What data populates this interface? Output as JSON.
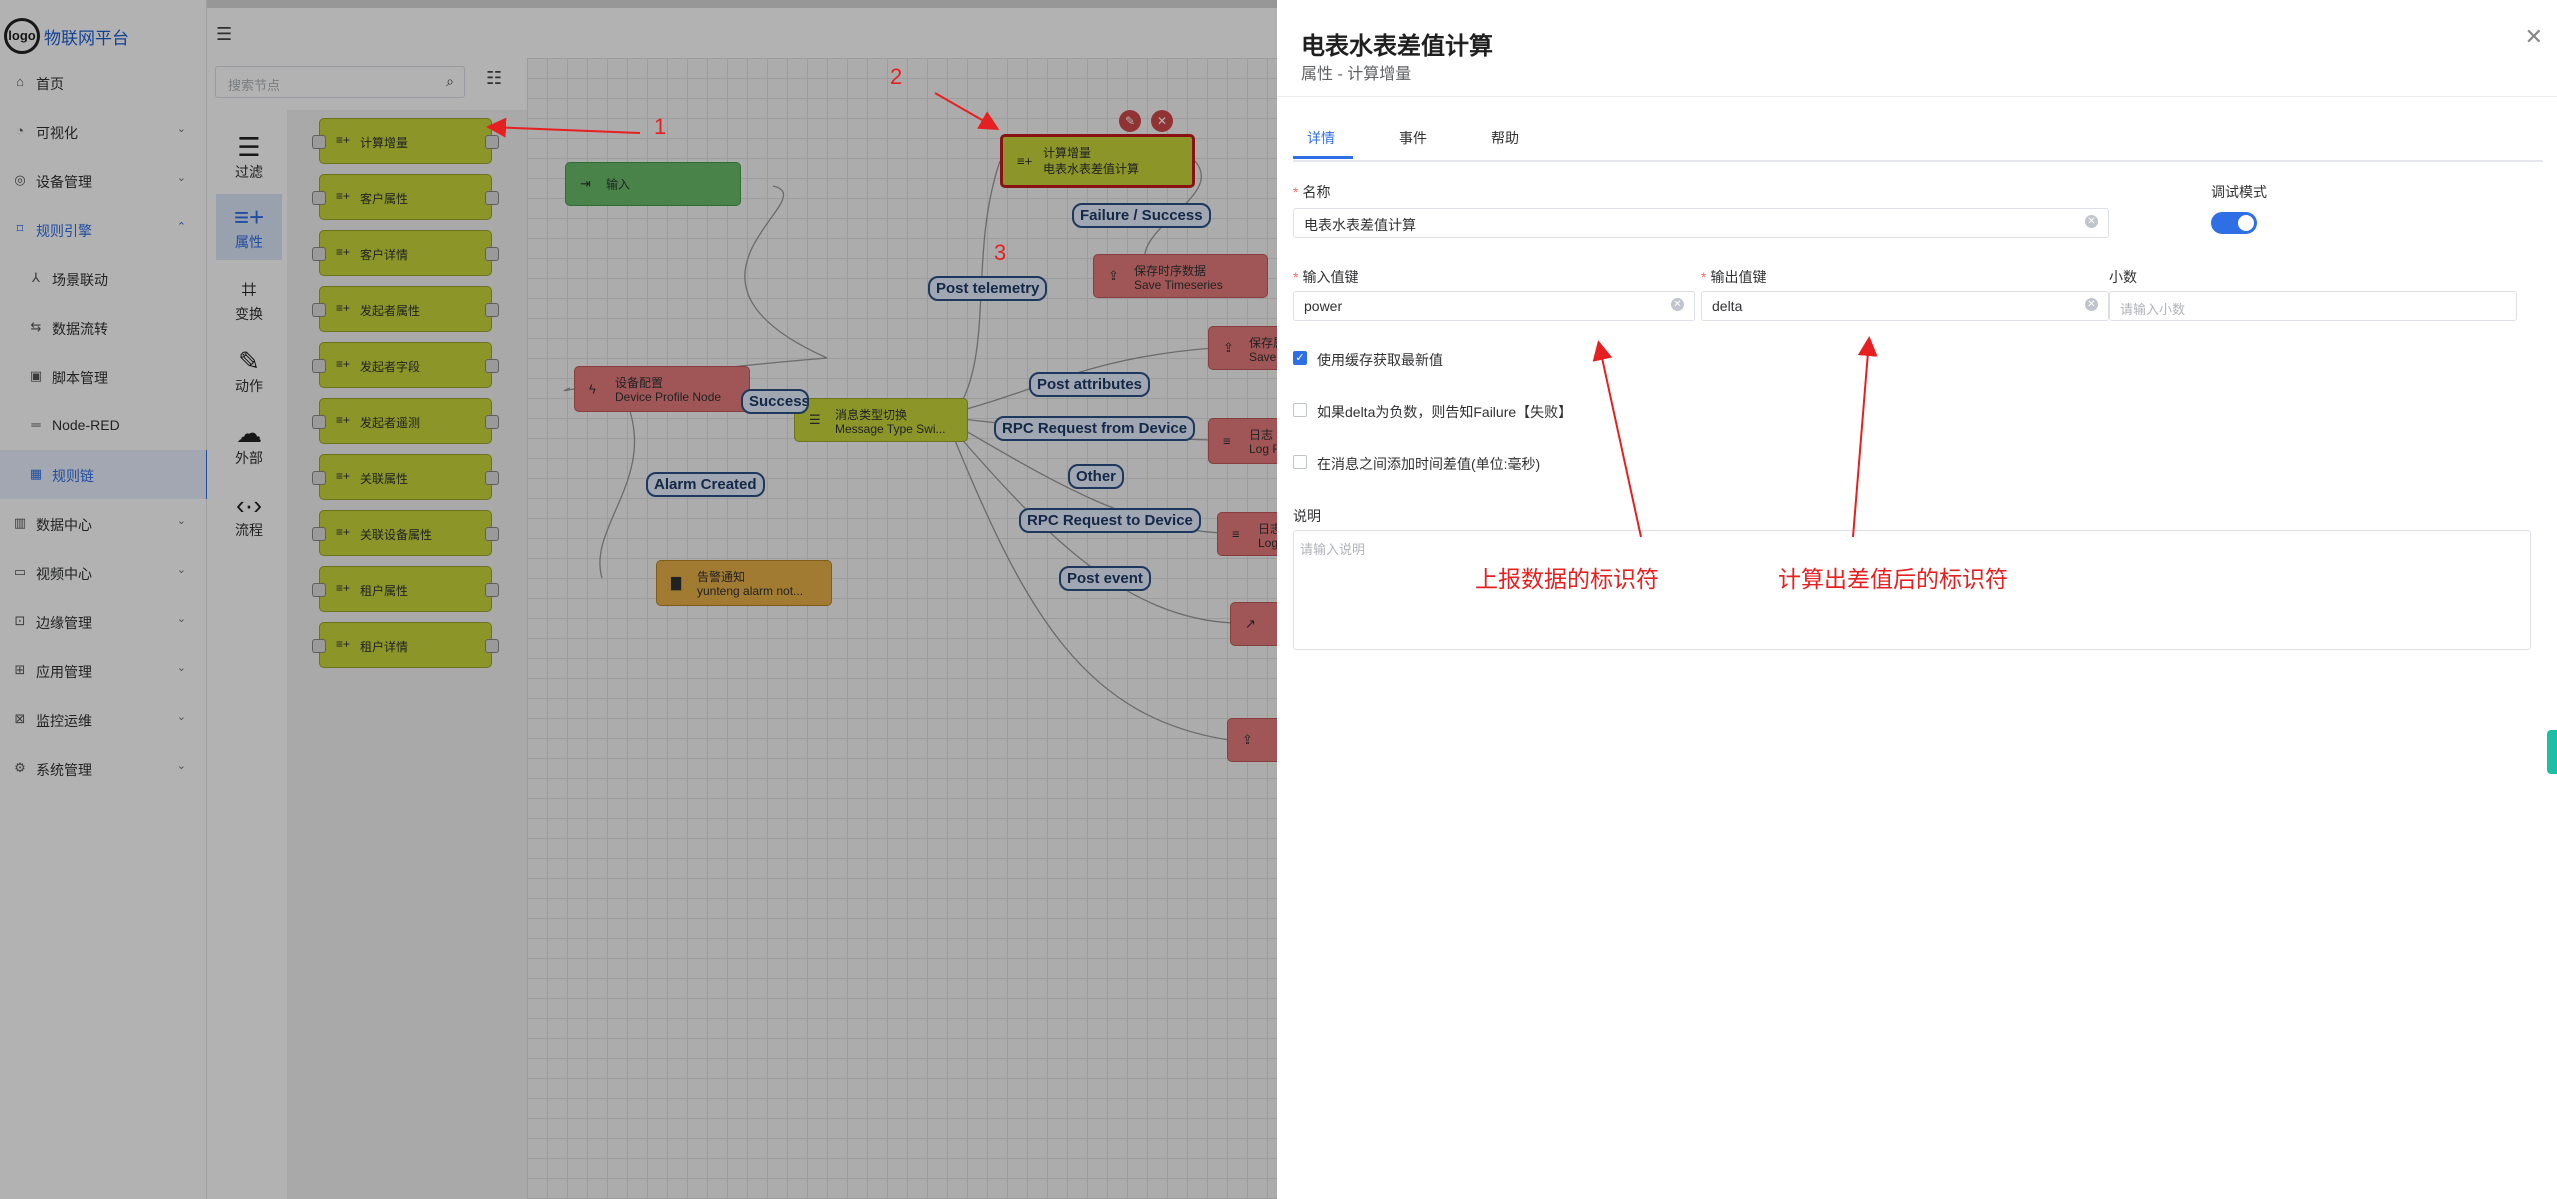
{
  "app": {
    "logo_text": "logo",
    "title": "物联网平台"
  },
  "sidebar": {
    "items": [
      {
        "icon": "home-icon",
        "glyph": "⌂",
        "label": "首页",
        "chevron": ""
      },
      {
        "icon": "visual-icon",
        "glyph": "◔",
        "label": "可视化",
        "chevron": "⌄"
      },
      {
        "icon": "device-icon",
        "glyph": "◎",
        "label": "设备管理",
        "chevron": "⌄"
      },
      {
        "icon": "rule-engine-icon",
        "glyph": "⌑",
        "label": "规则引擎",
        "chevron": "⌃"
      },
      {
        "icon": "scene-icon",
        "glyph": "⅄",
        "label": "场景联动",
        "chevron": ""
      },
      {
        "icon": "dataflow-icon",
        "glyph": "⇆",
        "label": "数据流转",
        "chevron": ""
      },
      {
        "icon": "script-icon",
        "glyph": "▣",
        "label": "脚本管理",
        "chevron": ""
      },
      {
        "icon": "nodered-icon",
        "glyph": "═",
        "label": "Node-RED",
        "chevron": ""
      },
      {
        "icon": "rulechain-icon",
        "glyph": "▦",
        "label": "规则链",
        "chevron": ""
      },
      {
        "icon": "data-center-icon",
        "glyph": "▥",
        "label": "数据中心",
        "chevron": "⌄"
      },
      {
        "icon": "video-icon",
        "glyph": "▭",
        "label": "视频中心",
        "chevron": "⌄"
      },
      {
        "icon": "edge-icon",
        "glyph": "⊡",
        "label": "边缘管理",
        "chevron": "⌄"
      },
      {
        "icon": "app-icon",
        "glyph": "⊞",
        "label": "应用管理",
        "chevron": "⌄"
      },
      {
        "icon": "monitor-icon",
        "glyph": "⊠",
        "label": "监控运维",
        "chevron": "⌄"
      },
      {
        "icon": "settings-icon",
        "glyph": "⚙",
        "label": "系统管理",
        "chevron": "⌄"
      }
    ]
  },
  "library": {
    "search_placeholder": "搜索节点",
    "categories": [
      {
        "icon": "filter-icon",
        "glyph": "☰",
        "label": "过滤"
      },
      {
        "icon": "attribute-icon",
        "glyph": "≡+",
        "label": "属性"
      },
      {
        "icon": "transform-icon",
        "glyph": "⌗",
        "label": "变换"
      },
      {
        "icon": "action-icon",
        "glyph": "✎",
        "label": "动作"
      },
      {
        "icon": "cloud-icon",
        "glyph": "☁",
        "label": "外部"
      },
      {
        "icon": "flow-icon",
        "glyph": "‹·›",
        "label": "流程"
      }
    ],
    "nodes": [
      "计算增量",
      "客户属性",
      "客户详情",
      "发起者属性",
      "发起者字段",
      "发起者遥测",
      "关联属性",
      "关联设备属性",
      "租户属性",
      "租户详情"
    ]
  },
  "canvas": {
    "nodes": {
      "input": {
        "label": "输入"
      },
      "calc": {
        "line1": "计算增量",
        "line2": "电表水表差值计算"
      },
      "save_ts": {
        "line1": "保存时序数据",
        "line2": "Save Timeseries"
      },
      "save_attr": {
        "line1": "保存属",
        "line2": "Save"
      },
      "device_profile": {
        "line1": "设备配置",
        "line2": "Device Profile Node"
      },
      "msg_switch": {
        "line1": "消息类型切换",
        "line2": "Message Type Swi..."
      },
      "log1": {
        "line1": "日志",
        "line2": "Log R"
      },
      "log2": {
        "line1": "日志",
        "line2": "Log"
      },
      "alarm": {
        "line1": "告警通知",
        "line2": "yunteng alarm not..."
      }
    },
    "edge_labels": {
      "failure_success": "Failure / Success",
      "post_telemetry": "Post telemetry",
      "success": "Success",
      "post_attributes": "Post attributes",
      "rpc_from": "RPC Request from Device",
      "other": "Other",
      "rpc_to": "RPC Request to Device",
      "post_event": "Post event",
      "alarm_created": "Alarm Created"
    }
  },
  "annotations": {
    "n1": "1",
    "n2": "2",
    "n3": "3",
    "input_note": "上报数据的标识符",
    "output_note": "计算出差值后的标识符"
  },
  "drawer": {
    "title": "电表水表差值计算",
    "subtitle": "属性 - 计算增量",
    "close": "✕",
    "tabs": [
      "详情",
      "事件",
      "帮助"
    ],
    "name_label": "名称",
    "name_value": "电表水表差值计算",
    "debug_label": "调试模式",
    "input_key_label": "输入值键",
    "input_key_value": "power",
    "output_key_label": "输出值键",
    "output_key_value": "delta",
    "decimals_label": "小数",
    "decimals_placeholder": "请输入小数",
    "checkboxes": [
      {
        "label": "使用缓存获取最新值",
        "checked": true
      },
      {
        "label": "如果delta为负数，则告知Failure【失败】",
        "checked": false
      },
      {
        "label": "在消息之间添加时间差值(单位:毫秒)",
        "checked": false
      }
    ],
    "description_label": "说明",
    "description_placeholder": "请输入说明"
  },
  "colors": {
    "accent": "#2f6fe6",
    "annotation": "#e62020",
    "node_attr": "#c7d63a",
    "node_action": "#e57c7c",
    "node_input": "#6abc6a",
    "node_alarm": "#e8b04a"
  }
}
